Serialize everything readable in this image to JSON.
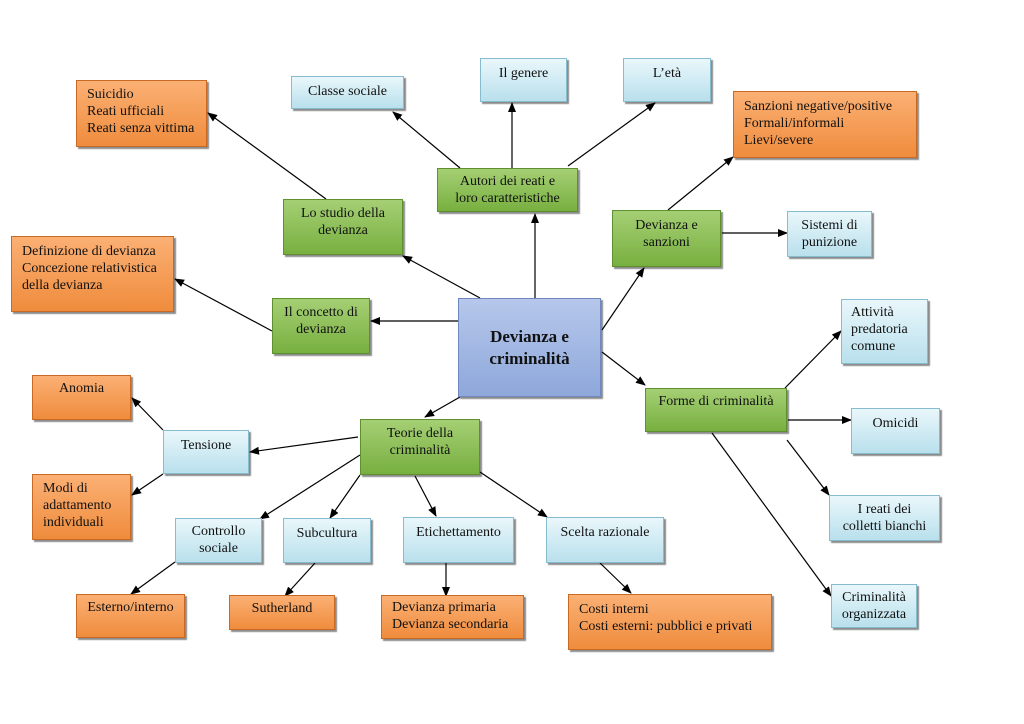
{
  "diagram": {
    "center": "Devianza e\ncriminalità",
    "autori": "Autori dei reati e\nloro caratteristiche",
    "classe_sociale": "Classe sociale",
    "genere": "Il genere",
    "eta": "L’età",
    "studio": "Lo studio della\ndevianza",
    "suicidio": "Suicidio\nReati ufficiali\nReati senza vittima",
    "concetto": "Il concetto di\ndevianza",
    "definizione": "Definizione di devianza\nConcezione relativistica\ndella devianza",
    "sanzioni_node": "Devianza e\nsanzioni",
    "sanzioni_list": "Sanzioni negative/positive\nFormali/informali\nLievi/severe",
    "sistemi": "Sistemi di\npunizione",
    "forme": "Forme di criminalità",
    "attivita": "Attività\npredatoria\ncomune",
    "omicidi": "Omicidi",
    "colletti": "I reati dei\ncolletti bianchi",
    "organizzata": "Criminalità\norganizzata",
    "teorie": "Teorie della\ncriminalità",
    "tensione": "Tensione",
    "anomia": "Anomia",
    "modi": "Modi di\nadattamento\nindividuali",
    "controllo": "Controllo\nsociale",
    "esterno": "Esterno/interno",
    "subcultura": "Subcultura",
    "sutherland": "Sutherland",
    "etichettamento": "Etichettamento",
    "devianza_ps": "Devianza primaria\nDevianza secondaria",
    "scelta": "Scelta razionale",
    "costi": "Costi interni\nCosti esterni: pubblici e privati"
  },
  "colors": {
    "root": "#99b2e2",
    "category": "#8dc05a",
    "subtopic": "#cdebf3",
    "detail": "#f59a50",
    "arrow": "#000000"
  }
}
